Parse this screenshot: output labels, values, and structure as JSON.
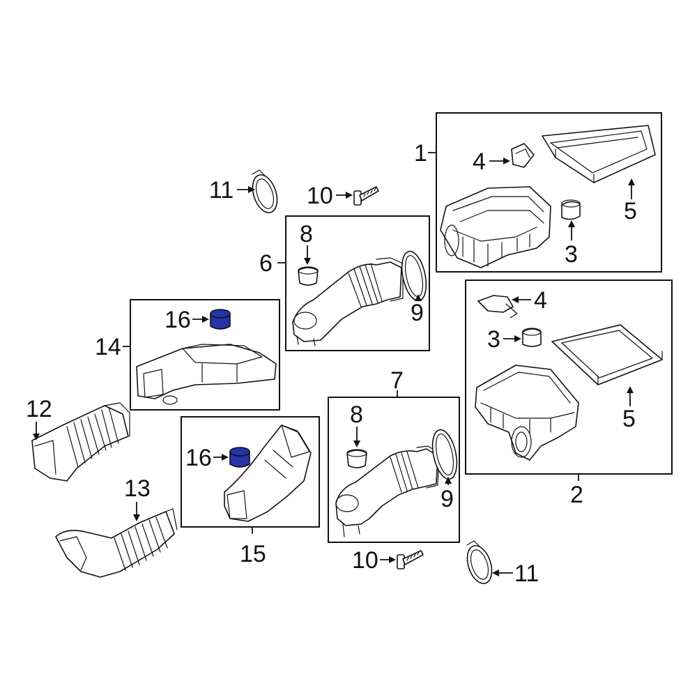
{
  "highlight_color": "#2633a8",
  "callouts": {
    "c1": "1",
    "c2": "2",
    "c3a": "3",
    "c3b": "3",
    "c4a": "4",
    "c4b": "4",
    "c5a": "5",
    "c5b": "5",
    "c6": "6",
    "c7": "7",
    "c8a": "8",
    "c8b": "8",
    "c9a": "9",
    "c9b": "9",
    "c10a": "10",
    "c10b": "10",
    "c11a": "11",
    "c11b": "11",
    "c12": "12",
    "c13": "13",
    "c14": "14",
    "c15": "15",
    "c16a": "16",
    "c16b": "16"
  }
}
